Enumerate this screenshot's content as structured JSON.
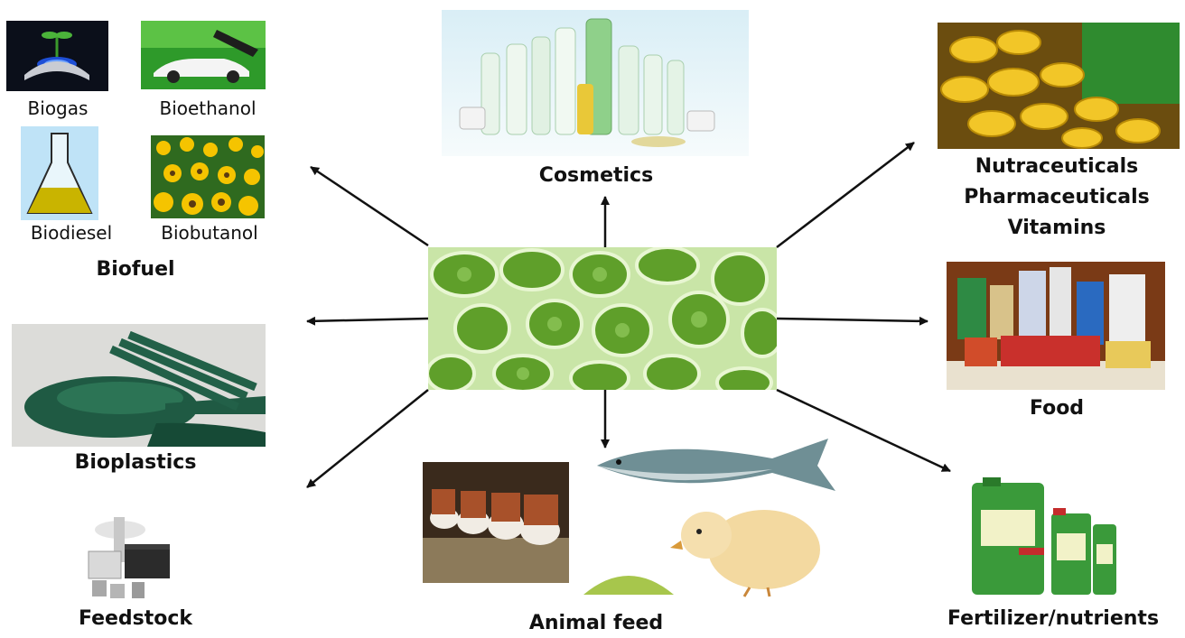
{
  "center": {
    "image": "microalgae-cells"
  },
  "biofuel": {
    "title": "Biofuel",
    "items": [
      {
        "label": "Biogas",
        "icon": "biogas-icon"
      },
      {
        "label": "Bioethanol",
        "icon": "fuel-nozzle-car-icon"
      },
      {
        "label": "Biodiesel",
        "icon": "flask-icon"
      },
      {
        "label": "Biobutanol",
        "icon": "sunflower-field-icon"
      }
    ]
  },
  "products": {
    "cosmetics": "Cosmetics",
    "nutra": [
      "Nutraceuticals",
      "Pharmaceuticals",
      "Vitamins"
    ],
    "food": "Food",
    "fertilizer": "Fertilizer/nutrients",
    "animal_feed": "Animal feed",
    "feedstock": "Feedstock",
    "bioplastics": "Bioplastics"
  },
  "colors": {
    "algae_green": "#6fb23a",
    "arrow": "#111111",
    "accent": "#2f8a2f"
  }
}
